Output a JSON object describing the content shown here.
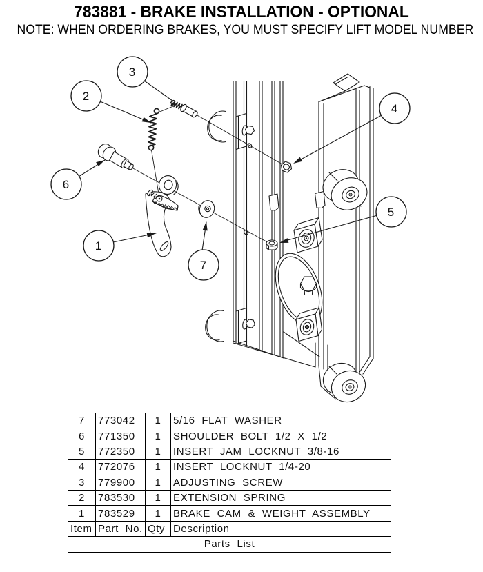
{
  "header": {
    "title": "783881 - BRAKE INSTALLATION - OPTIONAL",
    "note": "NOTE: WHEN ORDERING BRAKES, YOU MUST SPECIFY LIFT MODEL NUMBER"
  },
  "diagram": {
    "balloons": [
      {
        "label": "1"
      },
      {
        "label": "2"
      },
      {
        "label": "3"
      },
      {
        "label": "4"
      },
      {
        "label": "5"
      },
      {
        "label": "6"
      },
      {
        "label": "7"
      }
    ]
  },
  "parts_table": {
    "caption": "Parts List",
    "headers": [
      "Item",
      "Part No.",
      "Qty",
      "Description"
    ],
    "rows": [
      [
        "7",
        "773042",
        "1",
        "5/16 FLAT WASHER"
      ],
      [
        "6",
        "771350",
        "1",
        "SHOULDER BOLT 1/2 X 1/2"
      ],
      [
        "5",
        "772350",
        "1",
        "INSERT JAM LOCKNUT 3/8-16"
      ],
      [
        "4",
        "772076",
        "1",
        "INSERT LOCKNUT 1/4-20"
      ],
      [
        "3",
        "779900",
        "1",
        "ADJUSTING SCREW"
      ],
      [
        "2",
        "783530",
        "1",
        "EXTENSION SPRING"
      ],
      [
        "1",
        "783529",
        "1",
        "BRAKE CAM & WEIGHT ASSEMBLY"
      ]
    ]
  }
}
